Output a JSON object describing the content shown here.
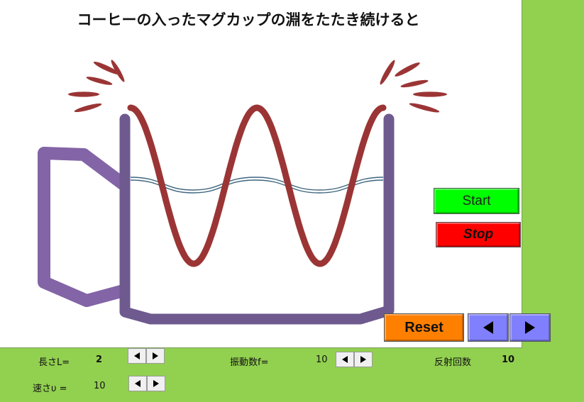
{
  "title": "コーヒーの入ったマグカップの淵をたたき続けると",
  "buttons": {
    "start": "Start",
    "stop": "Stop",
    "reset": "Reset"
  },
  "controls": {
    "length_label": "長さL=",
    "length_value": "2",
    "speed_label": "速さυ =",
    "speed_value": "10",
    "frequency_label": "振動数f=",
    "frequency_value": "10",
    "reflection_label": "反射回数",
    "reflection_value": "10"
  },
  "icons": {
    "arrow_left": "triangle-left-icon",
    "arrow_right": "triangle-right-icon"
  },
  "colors": {
    "background": "#92d050",
    "panel": "#ffffff",
    "mug": "#6e5a8e",
    "handle": "#8364a6",
    "wave": "#9b3535",
    "coffee_surface": "#3f6680",
    "start": "#00ff00",
    "stop": "#ff0000",
    "reset": "#ff7f00",
    "arrows": "#8080ff"
  }
}
